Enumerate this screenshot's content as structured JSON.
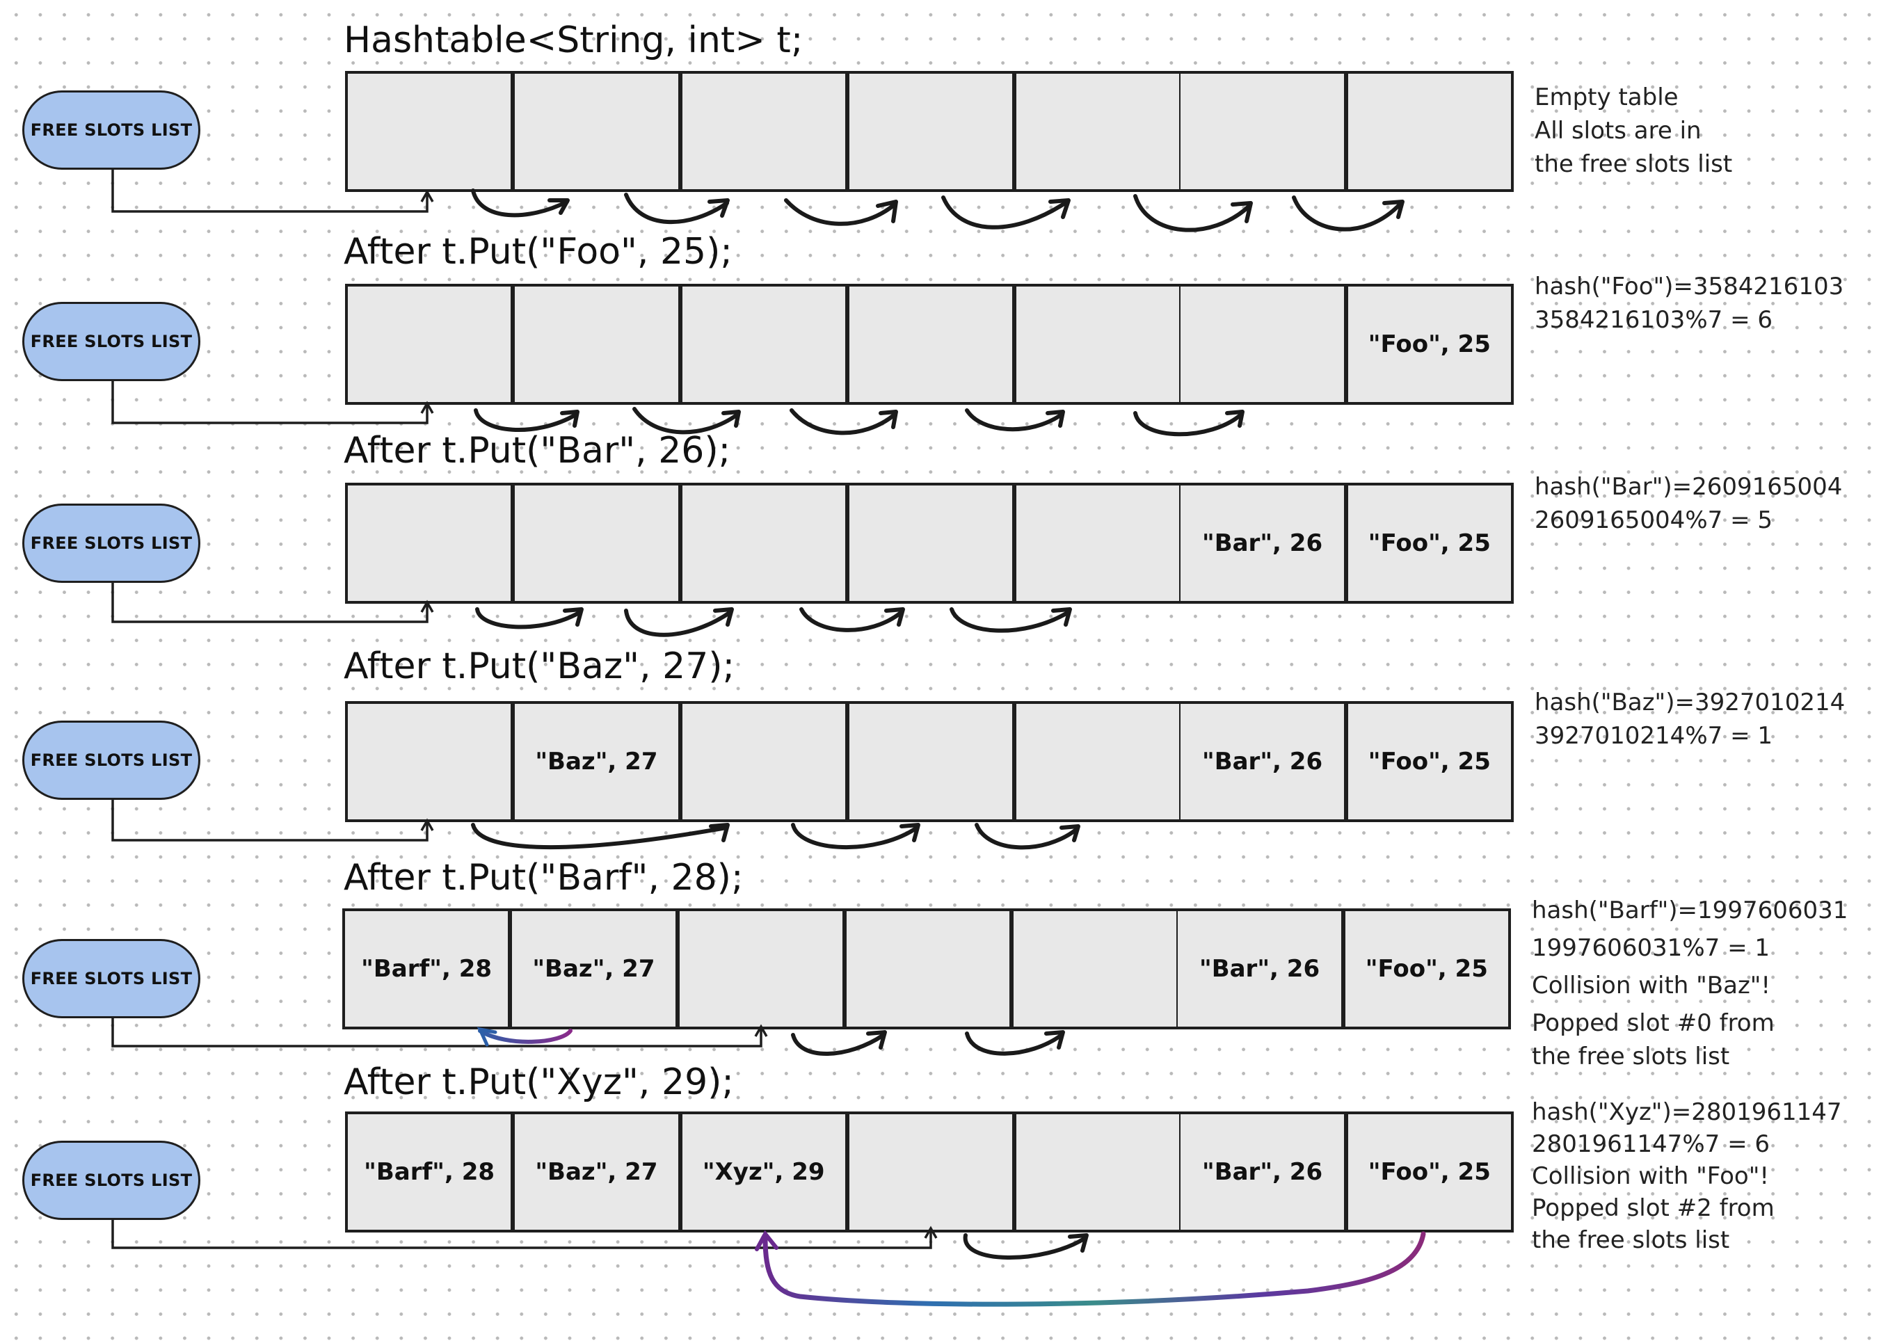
{
  "free_list_label": "FREE SLOTS LIST",
  "colors": {
    "pill_fill": "#a7c4ee",
    "slot_fill": "#e8e8e8",
    "ink": "#1e1e1e",
    "collision_arrow_purple": "#7a2a8a",
    "collision_arrow_blue": "#2c5fa8"
  },
  "rows": [
    {
      "title": "Hashtable<String, int> t;",
      "slots": [
        "",
        "",
        "",
        "",
        "",
        "",
        ""
      ],
      "notes": [
        "Empty table",
        "All slots are in",
        "the free slots list"
      ]
    },
    {
      "title": "After t.Put(\"Foo\", 25);",
      "slots": [
        "",
        "",
        "",
        "",
        "",
        "",
        "\"Foo\", 25"
      ],
      "notes": [
        "hash(\"Foo\")=3584216103",
        "3584216103%7 = 6"
      ]
    },
    {
      "title": "After t.Put(\"Bar\", 26);",
      "slots": [
        "",
        "",
        "",
        "",
        "",
        "\"Bar\", 26",
        "\"Foo\", 25"
      ],
      "notes": [
        "hash(\"Bar\")=2609165004",
        "2609165004%7 = 5"
      ]
    },
    {
      "title": "After t.Put(\"Baz\", 27);",
      "slots": [
        "",
        "\"Baz\", 27",
        "",
        "",
        "",
        "\"Bar\", 26",
        "\"Foo\", 25"
      ],
      "notes": [
        "hash(\"Baz\")=3927010214",
        "3927010214%7 = 1"
      ]
    },
    {
      "title": "After t.Put(\"Barf\", 28);",
      "slots": [
        "\"Barf\", 28",
        "\"Baz\", 27",
        "",
        "",
        "",
        "\"Bar\", 26",
        "\"Foo\", 25"
      ],
      "notes": [
        "hash(\"Barf\")=1997606031",
        "1997606031%7 = 1",
        "Collision with \"Baz\"!",
        "Popped slot #0 from",
        "the free slots list"
      ]
    },
    {
      "title": "After t.Put(\"Xyz\", 29);",
      "slots": [
        "\"Barf\", 28",
        "\"Baz\", 27",
        "\"Xyz\", 29",
        "",
        "",
        "\"Bar\", 26",
        "\"Foo\", 25"
      ],
      "notes": [
        "hash(\"Xyz\")=2801961147",
        "2801961147%7 = 6",
        "Collision with \"Foo\"!",
        "Popped slot #2 from",
        "the free slots list"
      ]
    }
  ]
}
